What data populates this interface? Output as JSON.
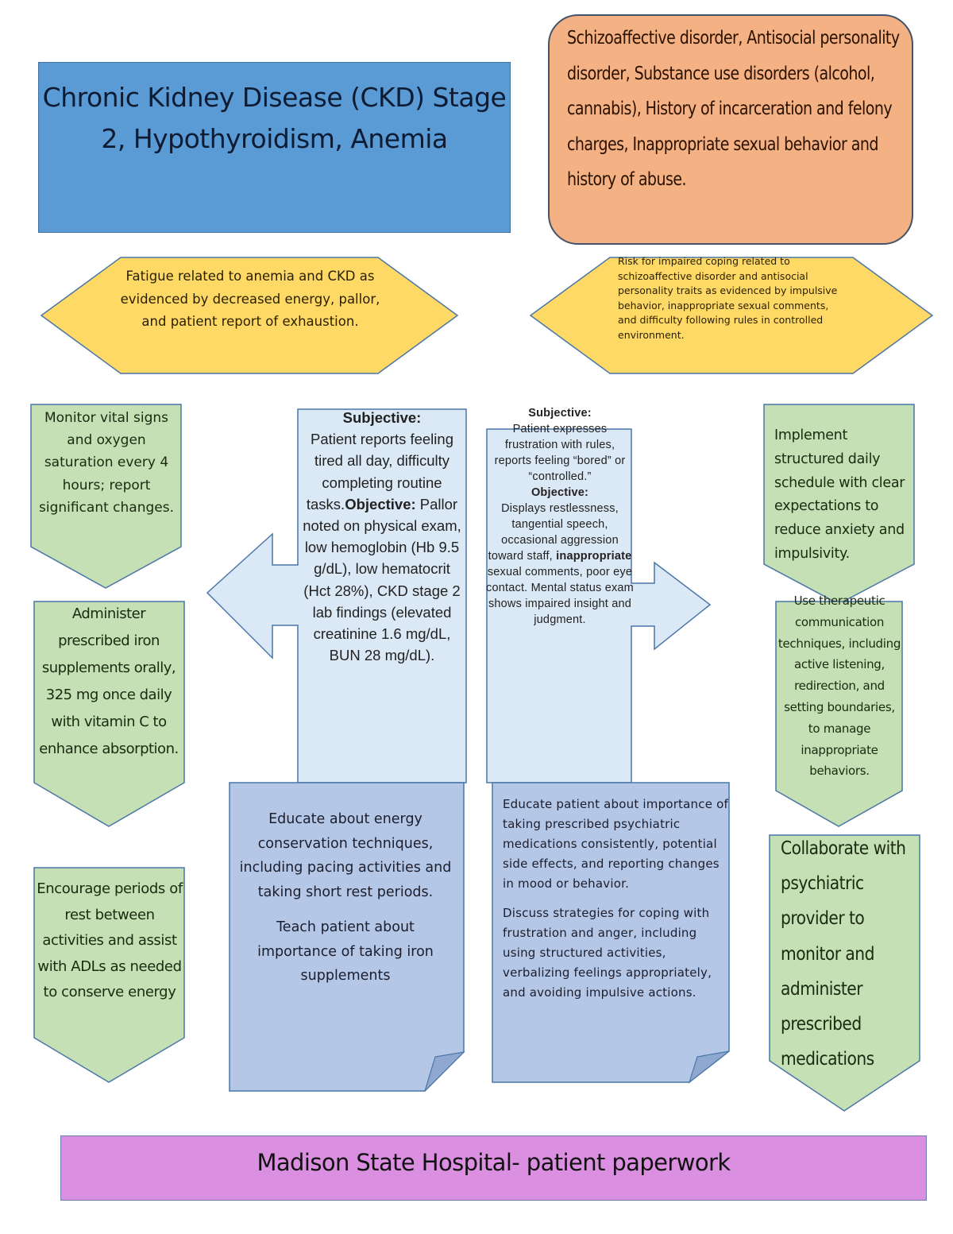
{
  "colors": {
    "diagnosis_box": "#5b9bd5",
    "psych_box": "#f4b183",
    "nursing_diagnosis": "#ffd966",
    "intervention_chevron": "#c5e0b4",
    "assessment_callout": "#dbe8f5",
    "education_note": "#b4c7e7",
    "footer": "#da8fe0",
    "outline": "#4a76a8"
  },
  "medical_diagnoses": {
    "text": "Chronic Kidney Disease (CKD) Stage 2, Hypothyroidism, Anemia"
  },
  "psychiatric_diagnoses": {
    "text": "Schizoaffective disorder, Antisocial personality disorder, Substance use disorders (alcohol, cannabis), History of incarceration and felony charges, Inappropriate sexual behavior and history of abuse."
  },
  "nursing_diagnoses": {
    "left": "Fatigue related to anemia and CKD as evidenced by decreased energy, pallor, and patient report of exhaustion.",
    "right": "Risk for impaired coping related to schizoaffective disorder and antisocial personality traits as evidenced by impulsive behavior, inappropriate sexual comments, and difficulty following rules in controlled environment."
  },
  "assessments": {
    "left": {
      "subjective_label": "Subjective:",
      "subjective_text": "Patient reports feeling tired all day, difficulty completing routine tasks.",
      "objective_label": "Objective:",
      "objective_text": "Pallor noted on physical exam, low hemoglobin (Hb 9.5 g/dL), low hematocrit (Hct 28%), CKD stage 2 lab findings (elevated creatinine 1.6 mg/dL, BUN 28 mg/dL)."
    },
    "right": {
      "subjective_label": "Subjective:",
      "subjective_text": "Patient expresses frustration with rules, reports feeling “bored” or “controlled.”",
      "objective_label": "Objective:",
      "objective_text_1": "Displays restlessness, tangential speech, occasional aggression toward staff,",
      "objective_bold": "inappropriate",
      "objective_text_2": "sexual comments, poor eye contact. Mental status exam shows impaired insight and judgment."
    }
  },
  "interventions": {
    "left": [
      "Monitor vital signs and oxygen saturation every 4 hours; report significant changes.",
      "Administer prescribed iron supplements orally, 325 mg once daily with vitamin C to enhance absorption.",
      "Encourage periods of rest between activities and assist with ADLs as needed to conserve energy"
    ],
    "right": [
      "Implement structured daily schedule with clear expectations to reduce anxiety and impulsivity.",
      "Use therapeutic communication techniques, including active listening, redirection, and setting boundaries, to manage inappropriate behaviors.",
      "Collaborate with psychiatric provider to monitor and administer prescribed medications"
    ]
  },
  "education": {
    "left": [
      "Educate about energy conservation techniques, including pacing activities and taking short rest periods.",
      "Teach patient about importance of taking iron supplements"
    ],
    "right": [
      "Educate patient about importance of taking prescribed psychiatric medications consistently, potential side effects, and reporting changes in mood or behavior.",
      "Discuss strategies for coping with frustration and anger, including using structured activities, verbalizing feelings appropriately, and avoiding impulsive actions."
    ]
  },
  "footer": {
    "text": "Madison State Hospital- patient paperwork"
  }
}
